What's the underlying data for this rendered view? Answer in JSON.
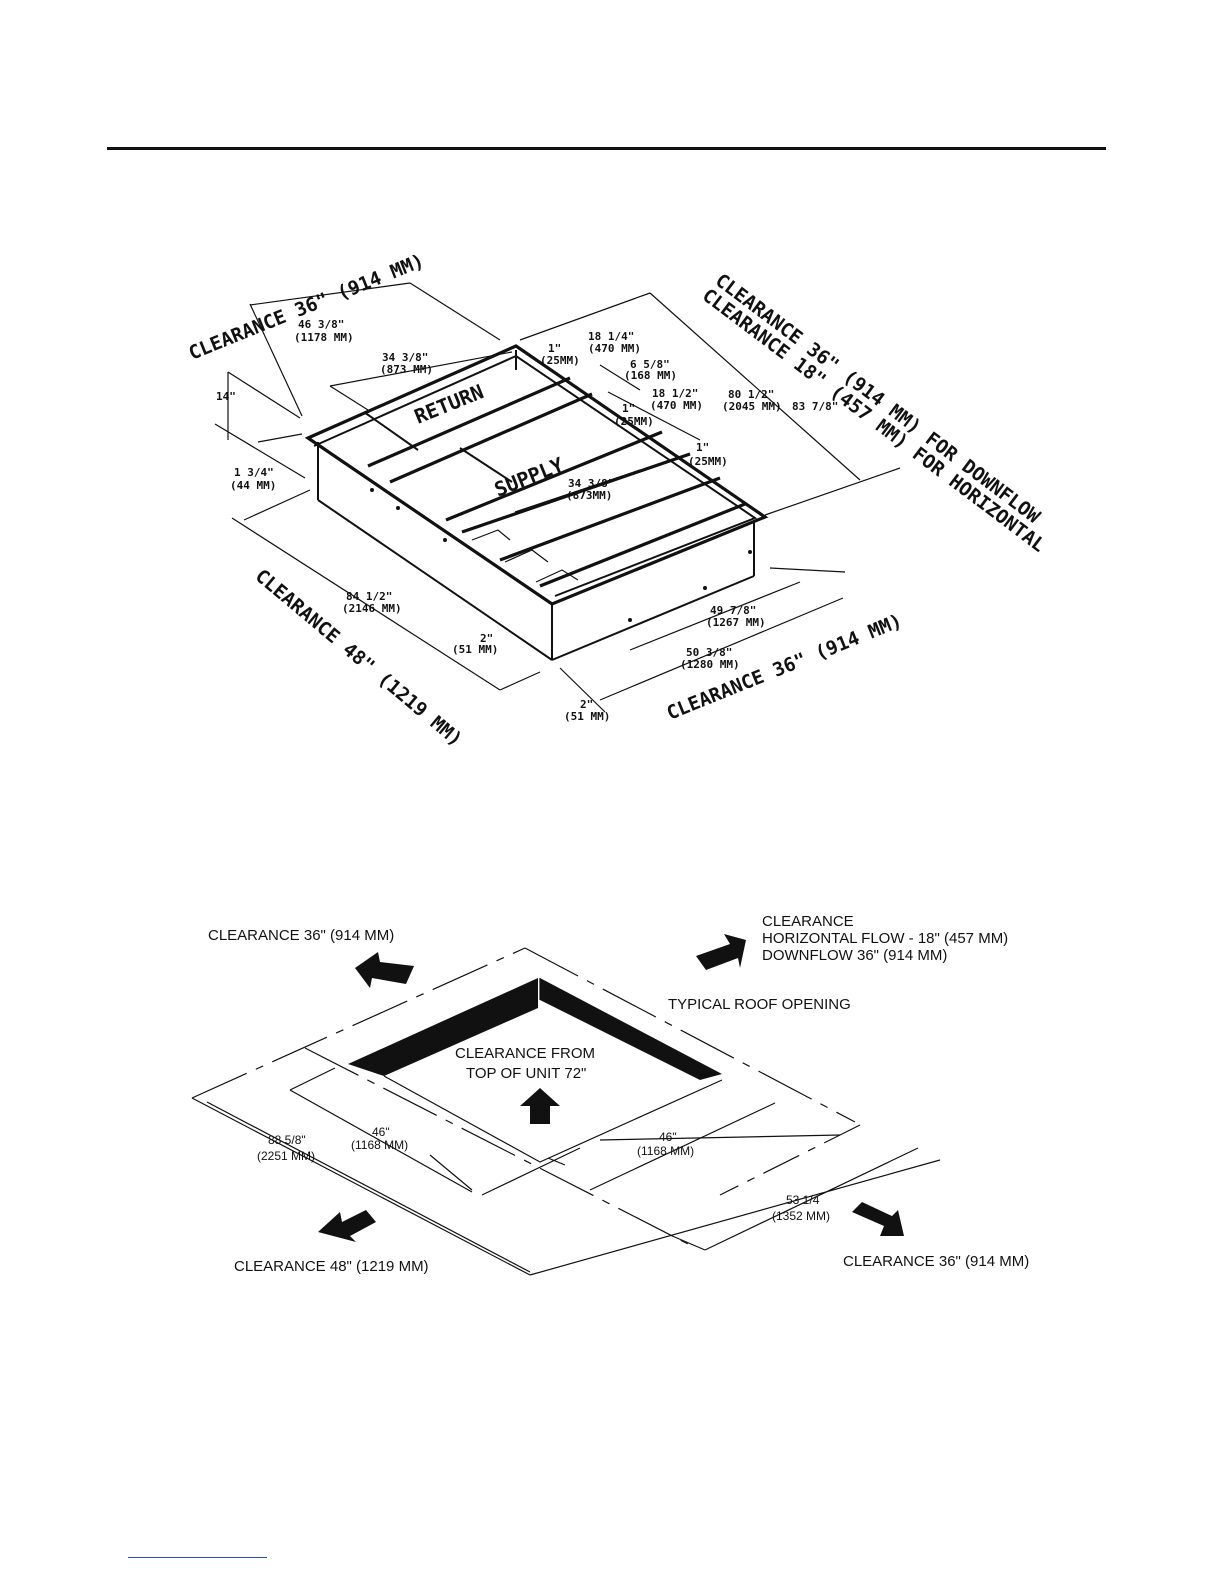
{
  "curb": {
    "clearance_left_top": "CLEARANCE 36\" (914 MM)",
    "clearance_right_1": "CLEARANCE 36\" (914 MM) FOR DOWNFLOW",
    "clearance_right_2": "CLEARANCE 18\" (457 MM) FOR HORIZONTAL",
    "clearance_left_bottom": "CLEARANCE 48\" (1219 MM)",
    "clearance_right_bottom": "CLEARANCE 36\" (914 MM)",
    "return_label": "RETURN",
    "supply_label": "SUPPLY",
    "dims": {
      "d46_3_8": "46 3/8\"",
      "d46_3_8_mm": "(1178 MM)",
      "d34_3_8_top": "34 3/8\"",
      "d34_3_8_top_mm": "(873 MM)",
      "d14": "14\"",
      "d1_3_4": "1 3/4\"",
      "d1_3_4_mm": "(44 MM)",
      "d1_a": "1\"",
      "d1_a_mm": "(25MM)",
      "d18_1_4": "18 1/4\"",
      "d18_1_4_mm": "(470 MM)",
      "d6_5_8": "6 5/8\"",
      "d6_5_8_mm": "(168 MM)",
      "d18_1_2": "18 1/2\"",
      "d18_1_2_mm": "(470 MM)",
      "d1_b": "1\"",
      "d1_b_mm": "(25MM)",
      "d1_c": "1\"",
      "d1_c_mm": "(25MM)",
      "d80_1_2": "80 1/2\"",
      "d80_1_2_mm": "(2045 MM)",
      "d83_7_8": "83 7/8\"",
      "d34_3_8_mid": "34 3/8\"",
      "d34_3_8_mid_mm": "(873MM)",
      "d84_1_2": "84 1/2\"",
      "d84_1_2_mm": "(2146 MM)",
      "d2_a": "2\"",
      "d2_a_mm": "(51 MM)",
      "d49_7_8": "49 7/8\"",
      "d49_7_8_mm": "(1267 MM)",
      "d50_3_8": "50 3/8\"",
      "d50_3_8_mm": "(1280 MM)",
      "d2_b": "2\"",
      "d2_b_mm": "(51 MM)"
    }
  },
  "roof": {
    "clearance_top_left": "CLEARANCE 36\" (914 MM)",
    "clearance_top_right_1": "CLEARANCE",
    "clearance_top_right_2": "HORIZONTAL FLOW - 18\" (457 MM)",
    "clearance_top_right_3": "DOWNFLOW 36\" (914 MM)",
    "typical_roof_opening": "TYPICAL ROOF OPENING",
    "clearance_from_top_1": "CLEARANCE FROM",
    "clearance_from_top_2": "TOP OF UNIT 72\"",
    "d88_5_8": "88 5/8\"",
    "d88_5_8_mm": "(2251 MM)",
    "d46_left": "46\"",
    "d46_left_mm": "(1168 MM)",
    "d46_right": "46\"",
    "d46_right_mm": "(1168 MM)",
    "d53_1_4": "53 1/4",
    "d53_1_4_mm": "(1352 MM)",
    "clearance_bottom_left": "CLEARANCE 48\" (1219 MM)",
    "clearance_bottom_right": "CLEARANCE 36\" (914 MM)"
  }
}
